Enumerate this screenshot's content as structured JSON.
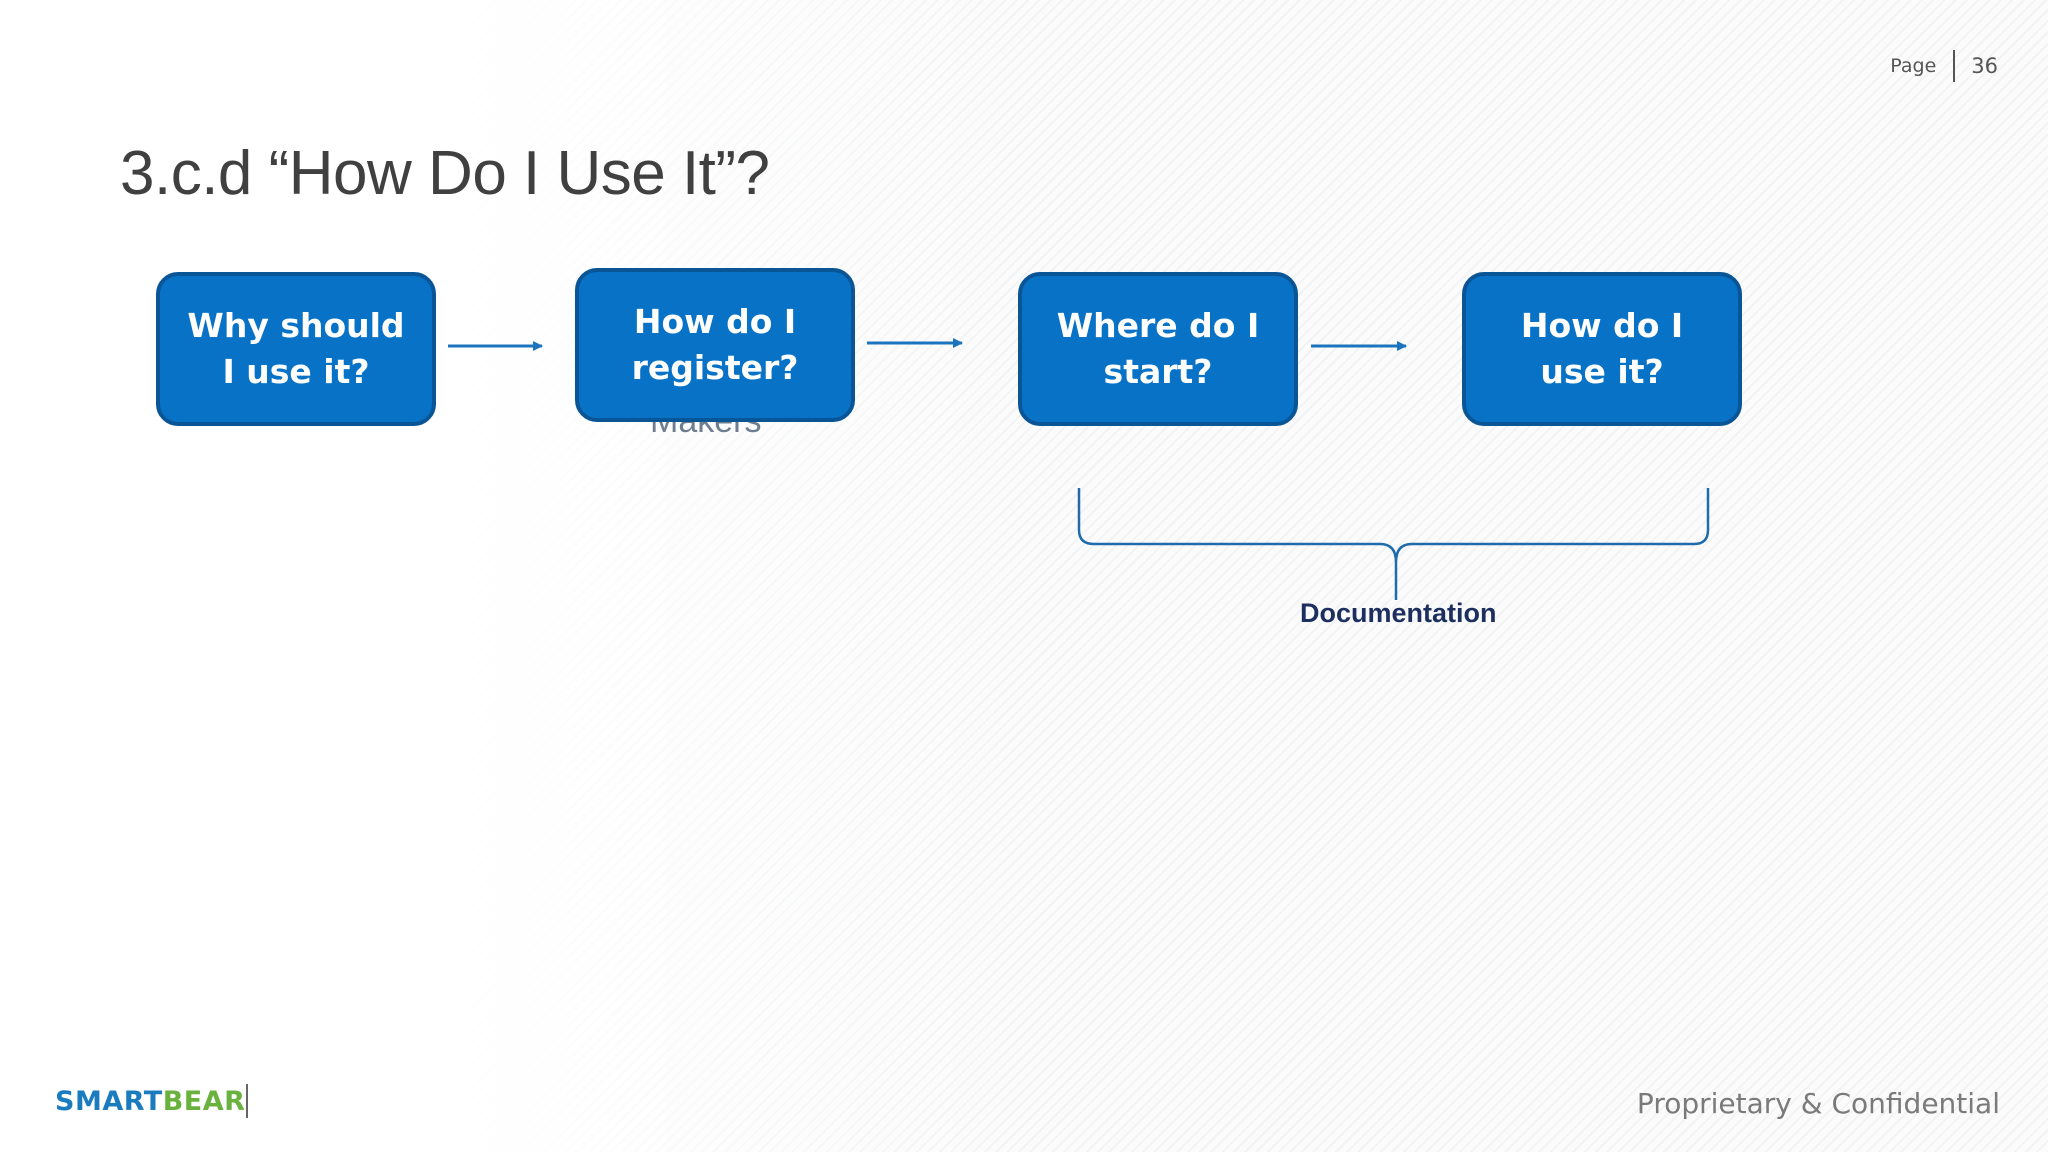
{
  "page": {
    "label": "Page",
    "number": "36"
  },
  "title": "3.c.d “How Do I Use It”?",
  "flow": {
    "steps": [
      {
        "label": "Why should I use it?"
      },
      {
        "label": "How do I register?"
      },
      {
        "label": "Where do I start?"
      },
      {
        "label": "How do I use it?"
      }
    ],
    "hidden_text": "Makers",
    "brace_label": "Documentation",
    "colors": {
      "box_fill": "#0872c6",
      "box_border": "#0a5596",
      "arrow": "#1b74bd",
      "brace": "#1f6bab"
    }
  },
  "footer": {
    "logo_smart": "SMART",
    "logo_bear": "BEAR",
    "confidential": "Proprietary & Confidential"
  }
}
